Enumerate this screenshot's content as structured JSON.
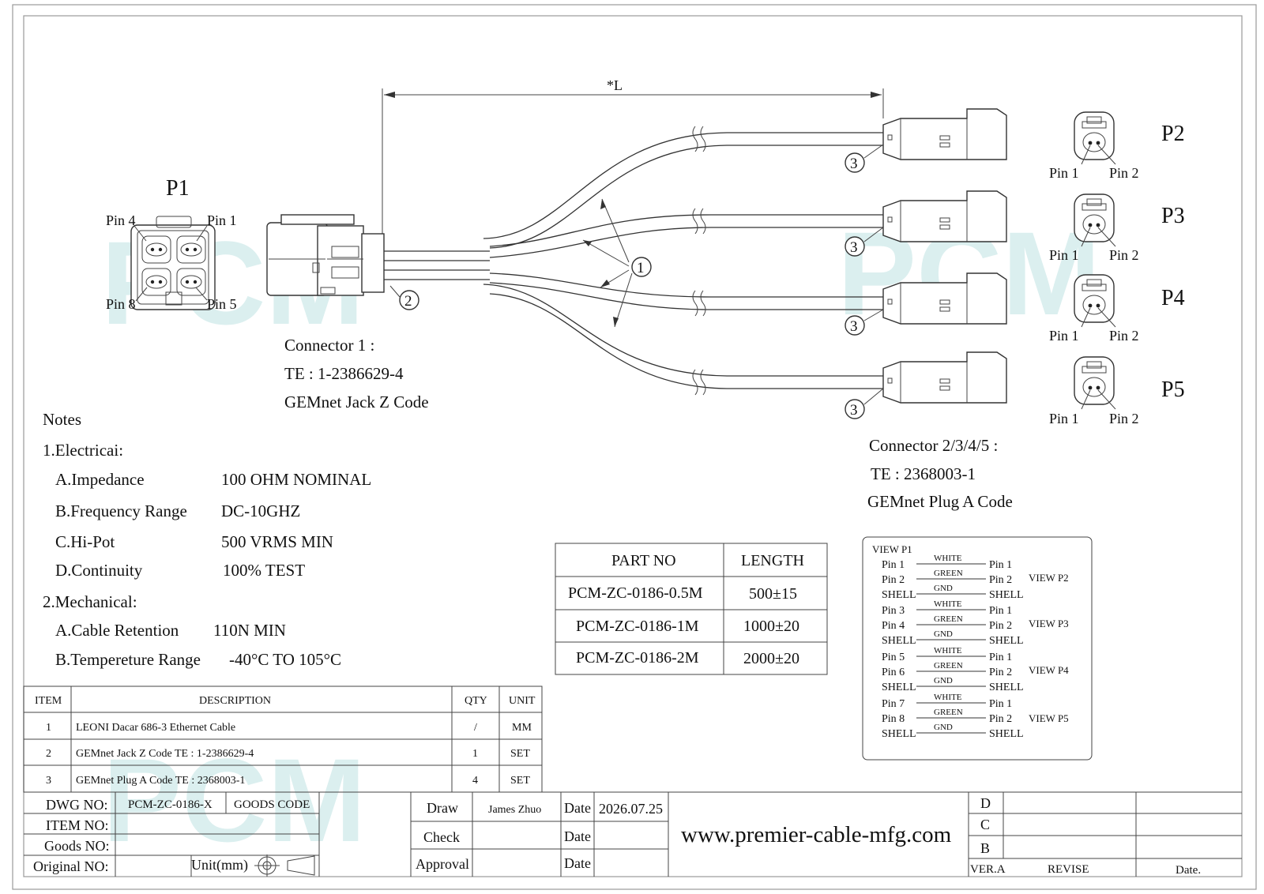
{
  "watermark": "PCM",
  "dimension_label": "*L",
  "p1": {
    "title": "P1",
    "pins": [
      "Pin 4",
      "Pin 1",
      "Pin 8",
      "Pin 5"
    ]
  },
  "connector1": {
    "line1": "Connector 1 :",
    "line2": "TE : 1-2386629-4",
    "line3": "GEMnet Jack Z Code"
  },
  "balloons": [
    "1",
    "2",
    "3"
  ],
  "plugs": [
    {
      "label": "P2",
      "pin_a": "Pin 1",
      "pin_b": "Pin 2"
    },
    {
      "label": "P3",
      "pin_a": "Pin 1",
      "pin_b": "Pin 2"
    },
    {
      "label": "P4",
      "pin_a": "Pin 1",
      "pin_b": "Pin 2"
    },
    {
      "label": "P5",
      "pin_a": "Pin 1",
      "pin_b": "Pin 2"
    }
  ],
  "connector2": {
    "line1": "Connector 2/3/4/5 :",
    "line2": "TE : 2368003-1",
    "line3": "GEMnet Plug A Code"
  },
  "notes": {
    "title": "Notes",
    "electrical_heading": "1.Electricai:",
    "electrical": [
      {
        "label": "A.Impedance",
        "value": "100 OHM NOMINAL"
      },
      {
        "label": "B.Frequency Range",
        "value": "DC-10GHZ"
      },
      {
        "label": "C.Hi-Pot",
        "value": "500 VRMS MIN"
      },
      {
        "label": "D.Continuity",
        "value": "100% TEST"
      }
    ],
    "mechanical_heading": "2.Mechanical:",
    "mechanical": [
      {
        "label": "A.Cable Retention",
        "value": "110N MIN"
      },
      {
        "label": "B.Tempereture Range",
        "value": "-40°C TO 105°C"
      }
    ]
  },
  "part_table": {
    "headers": [
      "PART NO",
      "LENGTH"
    ],
    "rows": [
      [
        "PCM-ZC-0186-0.5M",
        "500±15"
      ],
      [
        "PCM-ZC-0186-1M",
        "1000±20"
      ],
      [
        "PCM-ZC-0186-2M",
        "2000±20"
      ]
    ]
  },
  "wiring": {
    "title": "VIEW P1",
    "groups": [
      {
        "view": "VIEW P2",
        "rows": [
          [
            "Pin 1",
            "WHITE",
            "Pin 1"
          ],
          [
            "Pin 2",
            "GREEN",
            "Pin 2"
          ],
          [
            "SHELL",
            "GND",
            "SHELL"
          ]
        ]
      },
      {
        "view": "VIEW P3",
        "rows": [
          [
            "Pin 3",
            "WHITE",
            "Pin 1"
          ],
          [
            "Pin 4",
            "GREEN",
            "Pin 2"
          ],
          [
            "SHELL",
            "GND",
            "SHELL"
          ]
        ]
      },
      {
        "view": "VIEW P4",
        "rows": [
          [
            "Pin 5",
            "WHITE",
            "Pin 1"
          ],
          [
            "Pin 6",
            "GREEN",
            "Pin 2"
          ],
          [
            "SHELL",
            "GND",
            "SHELL"
          ]
        ]
      },
      {
        "view": "VIEW P5",
        "rows": [
          [
            "Pin 7",
            "WHITE",
            "Pin 1"
          ],
          [
            "Pin 8",
            "GREEN",
            "Pin 2"
          ],
          [
            "SHELL",
            "GND",
            "SHELL"
          ]
        ]
      }
    ]
  },
  "bom": {
    "headers": [
      "ITEM",
      "DESCRIPTION",
      "QTY",
      "UNIT"
    ],
    "rows": [
      [
        "1",
        "LEONI Dacar 686-3 Ethernet Cable",
        "/",
        "MM"
      ],
      [
        "2",
        "GEMnet Jack Z Code TE : 1-2386629-4",
        "1",
        "SET"
      ],
      [
        "3",
        "GEMnet Plug A Code TE : 2368003-1",
        "4",
        "SET"
      ]
    ]
  },
  "title_block": {
    "dwg_label": "DWG NO:",
    "dwg_value": "PCM-ZC-0186-X",
    "goods_code_label": "GOODS CODE",
    "item_label": "ITEM NO:",
    "goods_label": "Goods NO:",
    "original_label": "Original NO:",
    "unit_label": "Unit(mm)",
    "draw_label": "Draw",
    "draw_name": "James Zhuo",
    "date_label": "Date",
    "draw_date": "2026.07.25",
    "check_label": "Check",
    "approval_label": "Approval",
    "website": "www.premier-cable-mfg.com",
    "rev_letters": [
      "D",
      "C",
      "B"
    ],
    "ver_label": "VER.A",
    "revise_label": "REVISE",
    "date_col_label": "Date."
  }
}
